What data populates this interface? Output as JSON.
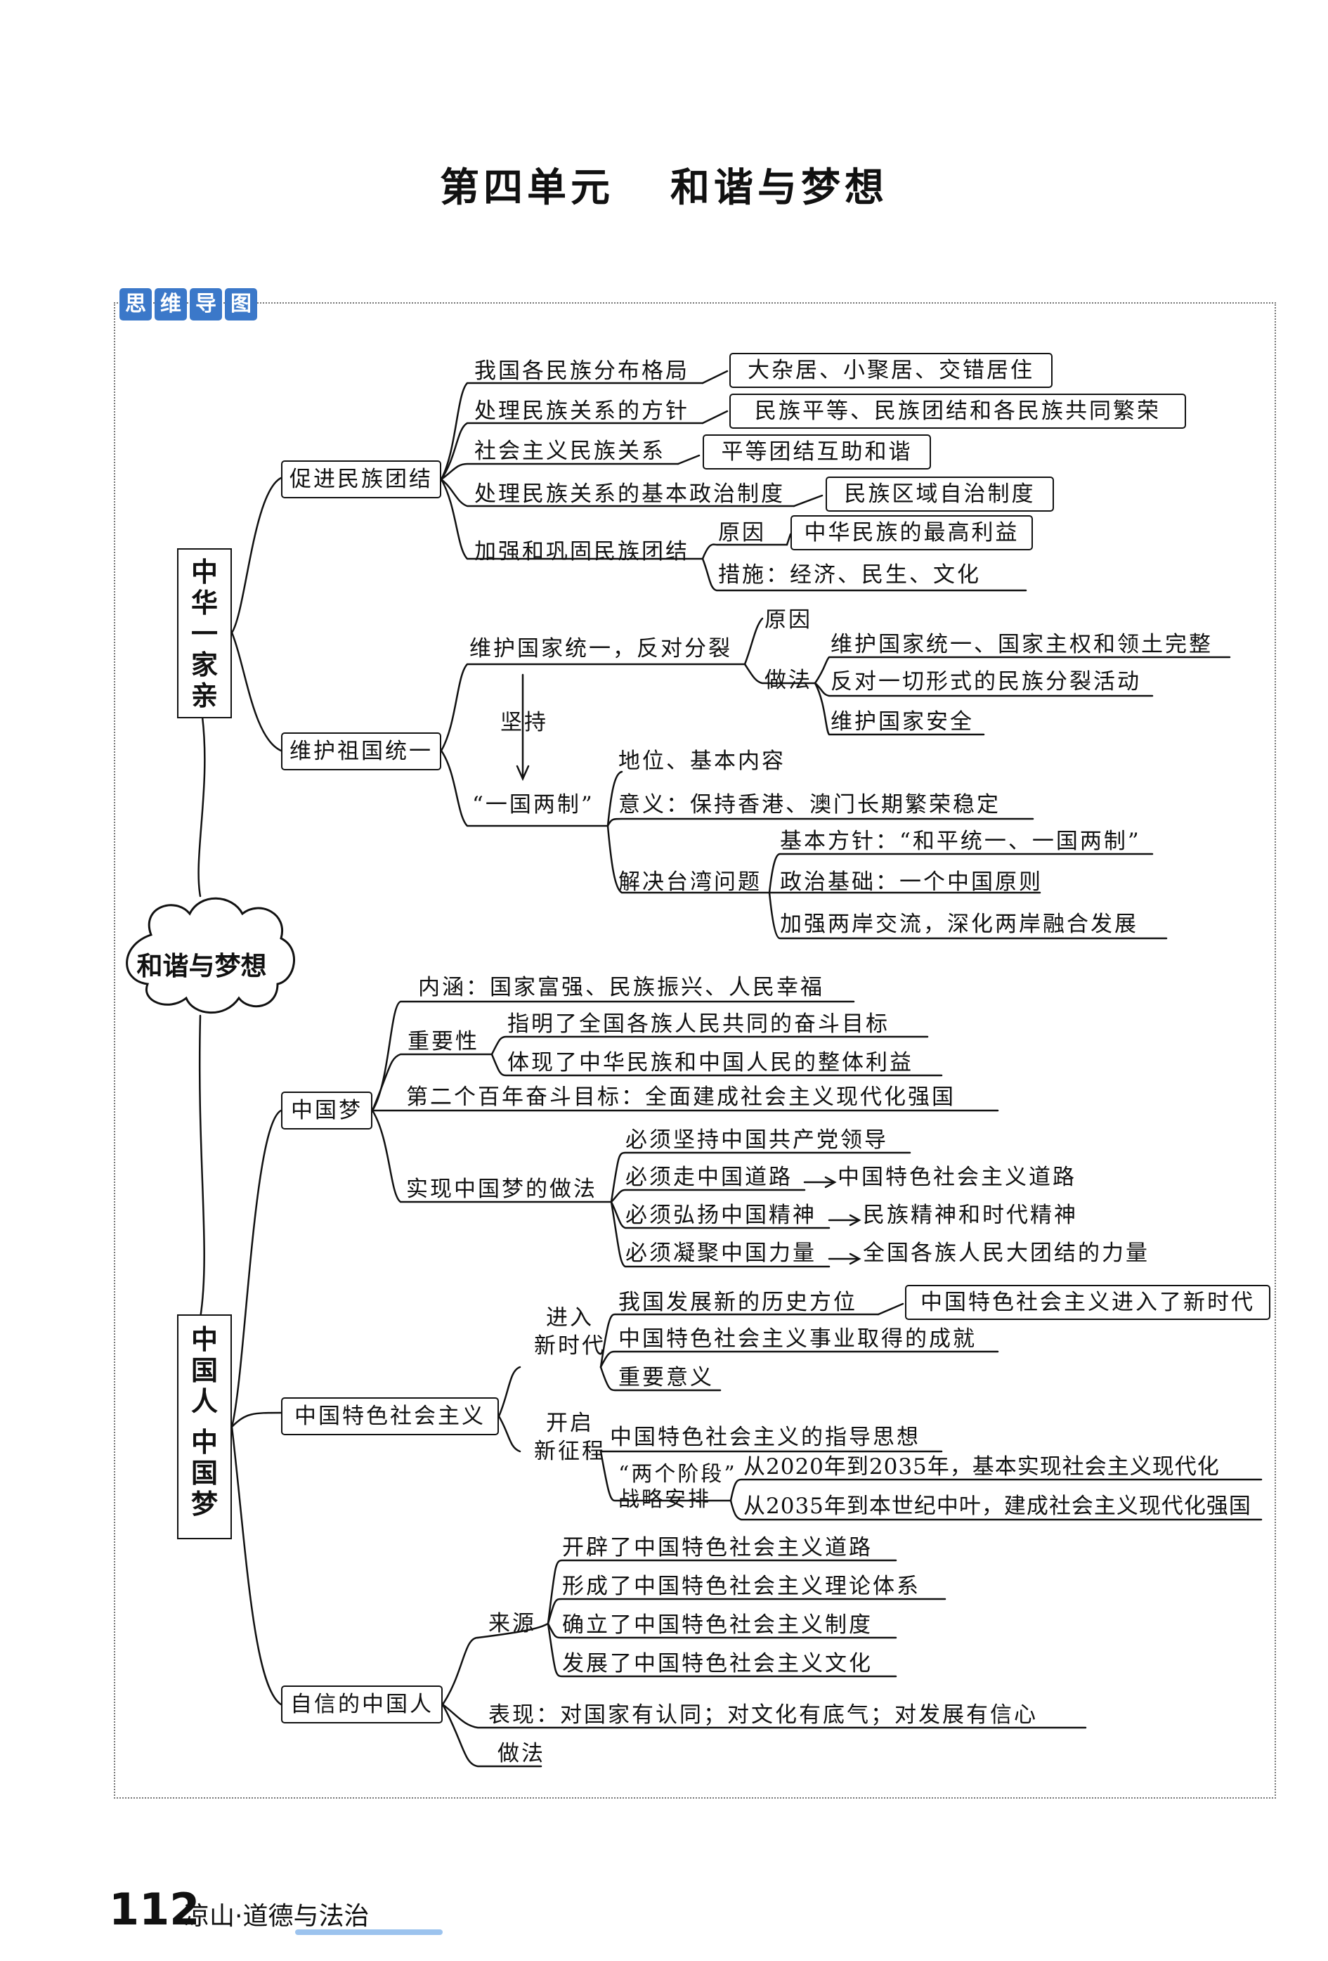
{
  "title": {
    "part1": "第四单元",
    "part2": "和谐与梦想"
  },
  "badge": [
    "思",
    "维",
    "导",
    "图"
  ],
  "root": "和谐与梦想",
  "branch1": {
    "label": [
      "中",
      "华",
      "一",
      "家",
      "亲"
    ],
    "unity": {
      "label": "促进民族团结",
      "layout": "我国各民族分布格局",
      "layout_box": "大杂居、小聚居、交错居住",
      "policy": "处理民族关系的方针",
      "policy_box": "民族平等、民族团结和各民族共同繁荣",
      "relation": "社会主义民族关系",
      "relation_box": "平等团结互助和谐",
      "system": "处理民族关系的基本政治制度",
      "system_box": "民族区域自治制度",
      "strengthen": "加强和巩固民族团结",
      "reason": "原因",
      "reason_box": "中华民族的最高利益",
      "measure": "措施：经济、民生、文化"
    },
    "reunify": {
      "label": "维护祖国统一",
      "oppose": "维护国家统一，反对分裂",
      "cause": "原因",
      "practice": "做法",
      "p1": "维护国家统一、国家主权和领土完整",
      "p2": "反对一切形式的民族分裂活动",
      "p3": "维护国家安全",
      "persist": "坚持",
      "octs": "“一国两制”",
      "status": "地位、基本内容",
      "meaning": "意义：保持香港、澳门长期繁荣稳定",
      "taiwan": "解决台湾问题",
      "t1": "基本方针：“和平统一、一国两制”",
      "t2": "政治基础：一个中国原则",
      "t3": "加强两岸交流，深化两岸融合发展"
    }
  },
  "branch2": {
    "label": [
      "中",
      "国",
      "人"
    ],
    "label2": [
      "中",
      "国",
      "梦"
    ],
    "dream": {
      "label": "中国梦",
      "connotation": "内涵：国家富强、民族振兴、人民幸福",
      "importance": "重要性",
      "i1": "指明了全国各族人民共同的奋斗目标",
      "i2": "体现了中华民族和中国人民的整体利益",
      "goal": "第二个百年奋斗目标：全面建成社会主义现代化强国",
      "howto": "实现中国梦的做法",
      "h1": "必须坚持中国共产党领导",
      "h2a": "必须走中国道路",
      "h2b": "中国特色社会主义道路",
      "h3a": "必须弘扬中国精神",
      "h3b": "民族精神和时代精神",
      "h4a": "必须凝聚中国力量",
      "h4b": "全国各族人民大团结的力量"
    },
    "socialism": {
      "label": "中国特色社会主义",
      "enter": [
        "进入",
        "新时代"
      ],
      "position": "我国发展新的历史方位",
      "position_box": "中国特色社会主义进入了新时代",
      "achievement": "中国特色社会主义事业取得的成就",
      "significance": "重要意义",
      "open": [
        "开启",
        "新征程"
      ],
      "guide": "中国特色社会主义的指导思想",
      "stages": [
        "“两个阶段”",
        "战略安排"
      ],
      "s1": "从2020年到2035年，基本实现社会主义现代化",
      "s2": "从2035年到本世纪中叶，建成社会主义现代化强国"
    },
    "confident": {
      "label": "自信的中国人",
      "source": "来源",
      "c1": "开辟了中国特色社会主义道路",
      "c2": "形成了中国特色社会主义理论体系",
      "c3": "确立了中国特色社会主义制度",
      "c4": "发展了中国特色社会主义文化",
      "show": "表现：对国家有认同；对文化有底气；对发展有信心",
      "method": "做法"
    }
  },
  "footer": {
    "page": "112",
    "text": "凉山·道德与法治"
  }
}
